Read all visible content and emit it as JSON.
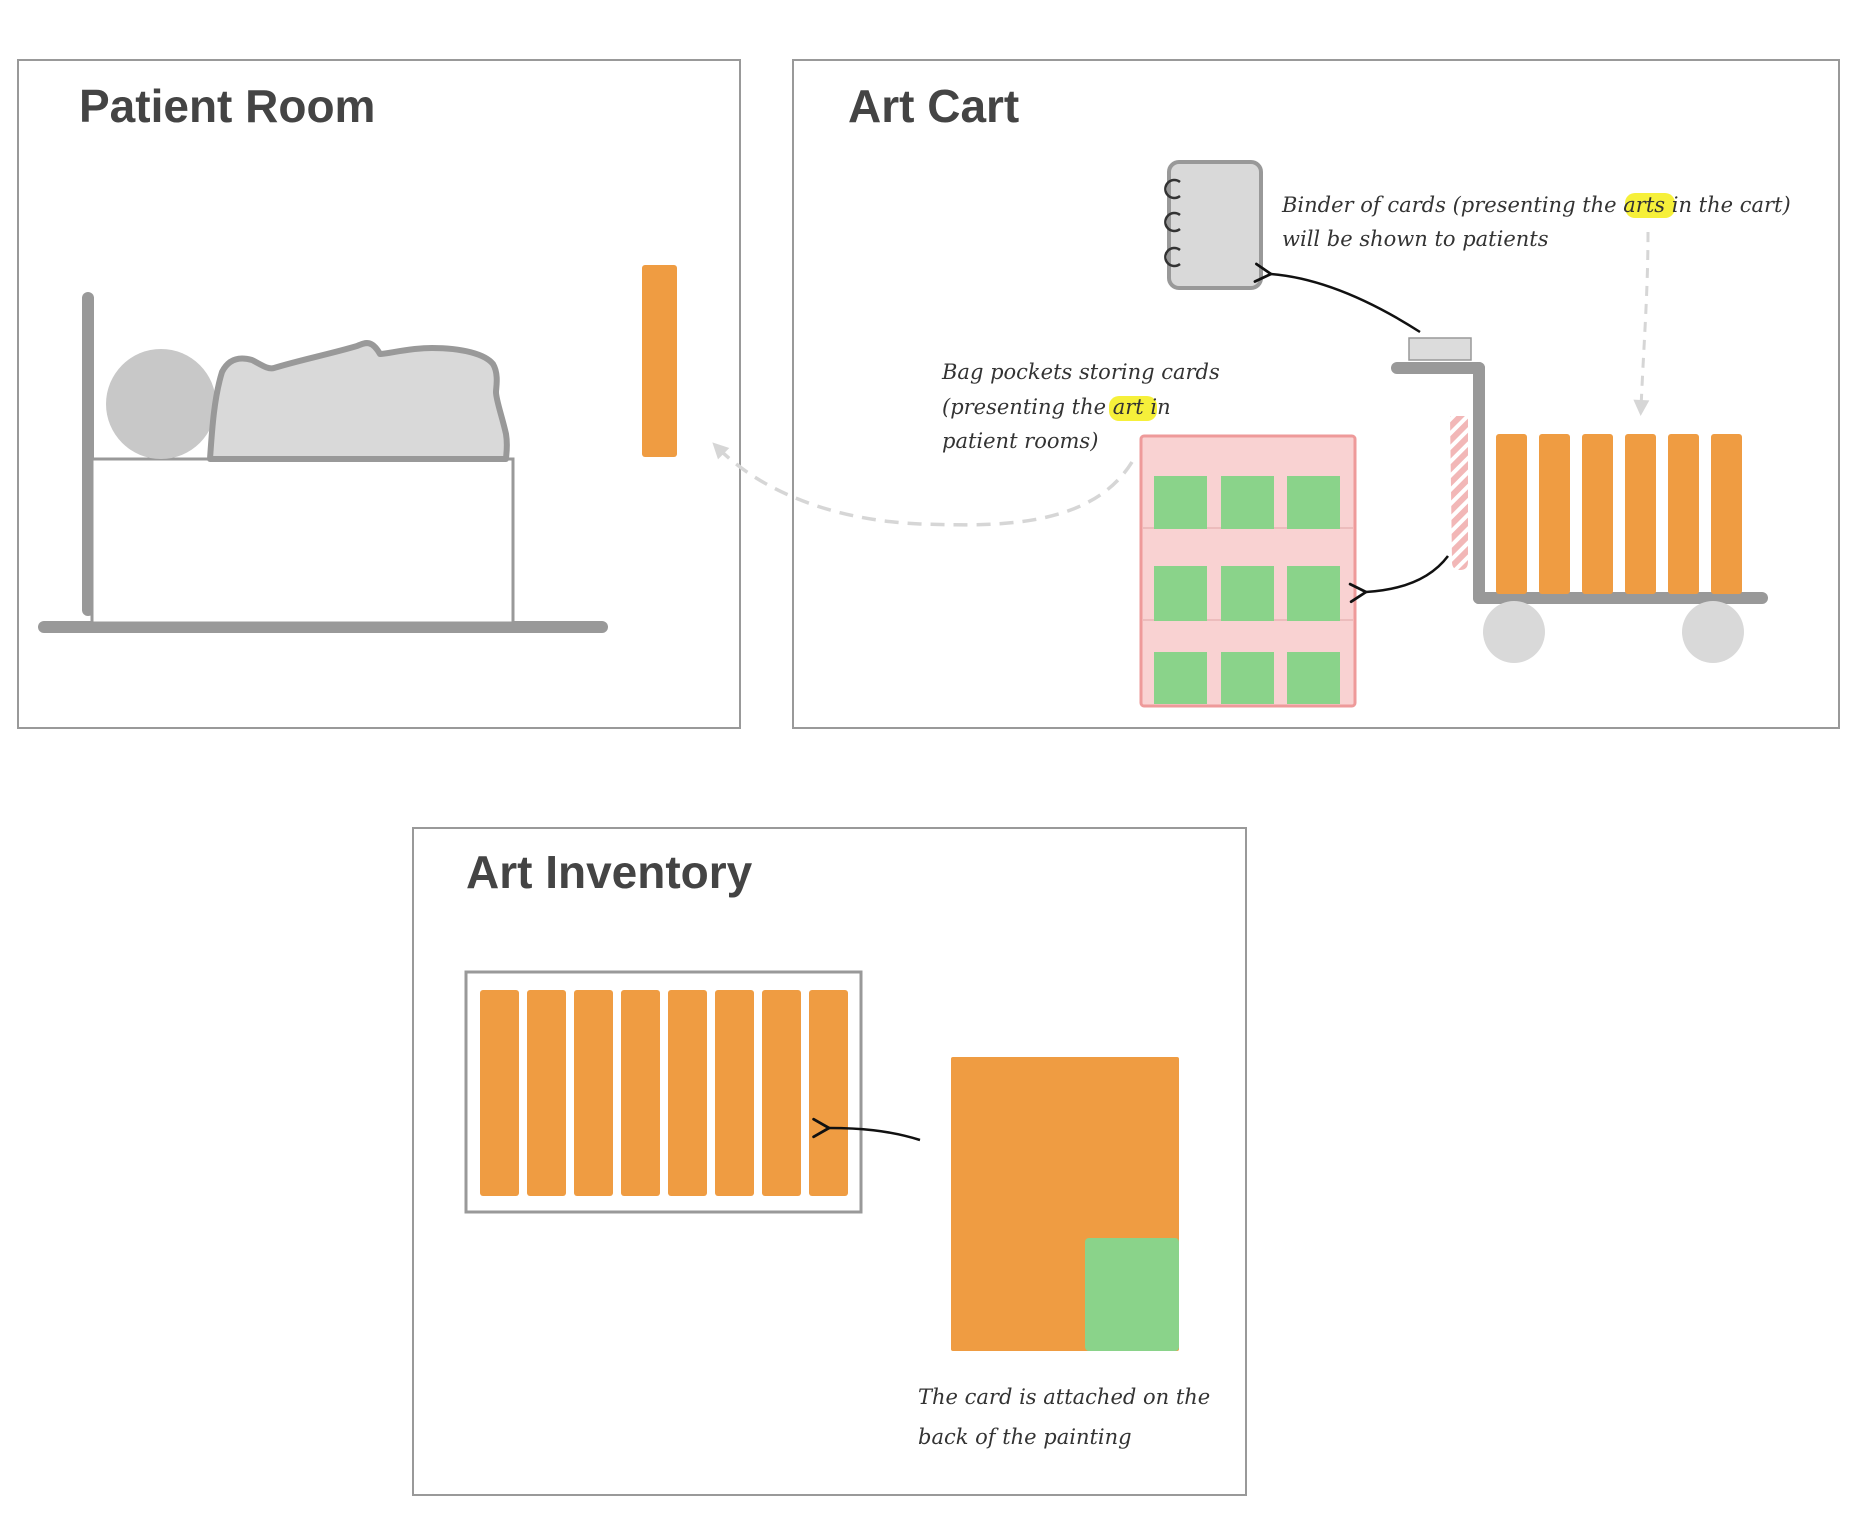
{
  "panels": {
    "patient_room": {
      "title": "Patient Room"
    },
    "art_cart": {
      "title": "Art Cart"
    },
    "art_inventory": {
      "title": "Art Inventory"
    }
  },
  "annotations": {
    "binder": {
      "line1_pre": "Binder of cards (presenting the ",
      "line1_hl": "arts",
      "line1_post": " in the cart)",
      "line2": "will be shown to patients"
    },
    "bag": {
      "line1": "Bag pockets storing cards",
      "line2_pre": "(presenting the ",
      "line2_hl": "art",
      "line2_post": " in",
      "line3": "patient rooms)"
    },
    "card": {
      "line1": "The card is attached on the",
      "line2": "back of the painting"
    }
  },
  "colors": {
    "painting": "#ef9c42",
    "card": "#8ad38a",
    "bag": "#f9d2d2",
    "bag_border": "#ee9a9a",
    "gray_dark": "#999999",
    "gray_light": "#d8d8d8",
    "highlight": "#f6f03a",
    "frame": "#999999"
  },
  "icons": {
    "bed": "bed-icon",
    "patient": "patient-icon",
    "binder": "binder-icon",
    "cart": "cart-icon",
    "bag": "bag-pockets-icon"
  }
}
